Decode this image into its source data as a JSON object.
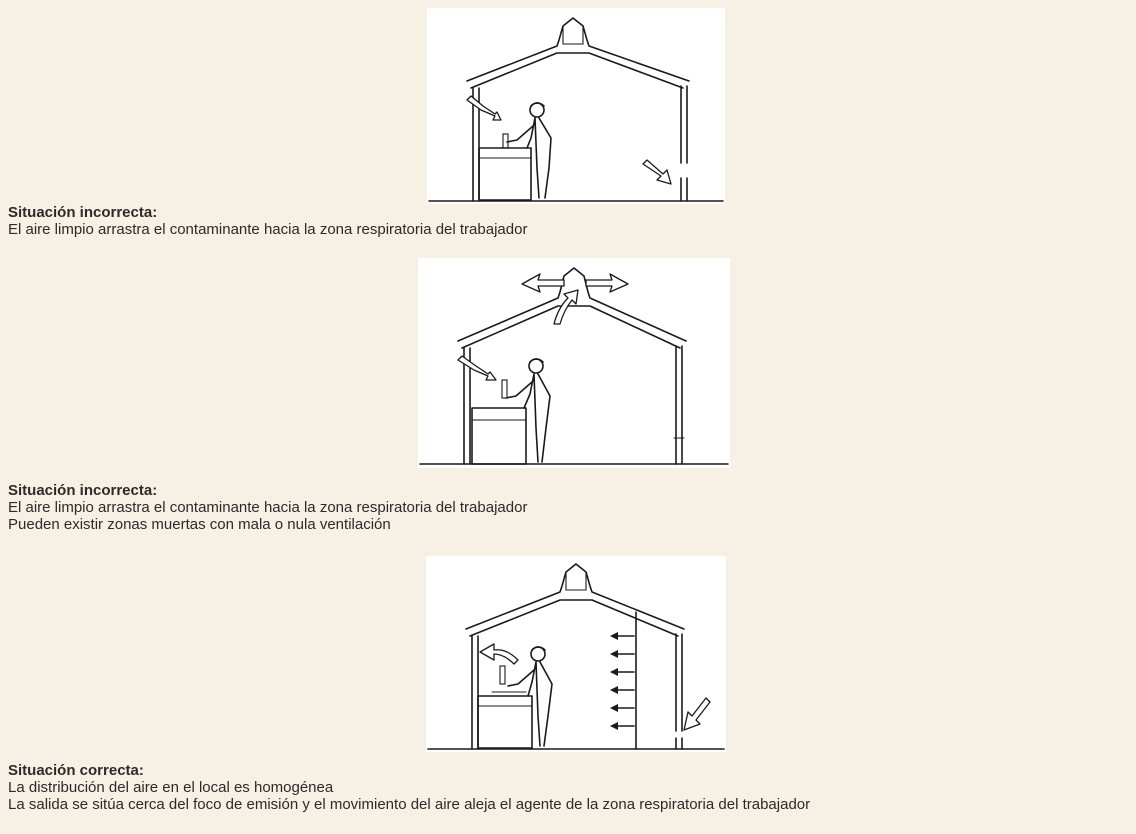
{
  "sections": [
    {
      "title": "Situación incorrecta:",
      "lines": [
        "El aire limpio arrastra el contaminante hacia la zona respiratoria del trabajador"
      ]
    },
    {
      "title": "Situación incorrecta:",
      "lines": [
        "El aire limpio arrastra el contaminante hacia la zona respiratoria del trabajador",
        "Pueden existir zonas muertas con mala o nula ventilación"
      ]
    },
    {
      "title": "Situación correcta:",
      "lines": [
        "La distribución del aire en el local es homogénea",
        "La salida se sitúa cerca del foco de emisión y el movimiento del aire aleja el agente de la zona respiratoria del trabajador"
      ]
    }
  ],
  "figures": [
    {
      "name": "ventilation-diagram-incorrect-1"
    },
    {
      "name": "ventilation-diagram-incorrect-2"
    },
    {
      "name": "ventilation-diagram-correct"
    }
  ]
}
